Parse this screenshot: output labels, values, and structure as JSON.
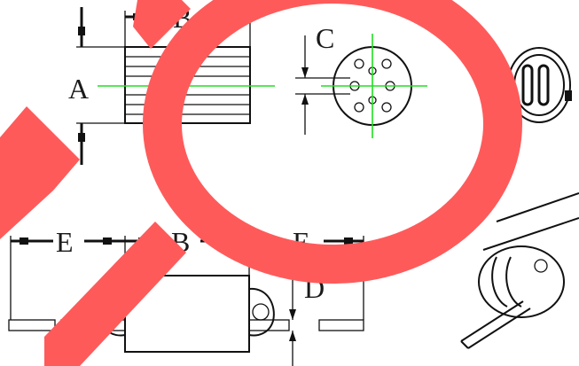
{
  "labels": {
    "a": "A",
    "b_top": "B",
    "c": "C",
    "e_left": "E",
    "b_bottom": "B",
    "e_right": "E",
    "d": "D"
  },
  "colors": {
    "overlay": "#ff5a5a",
    "centerline": "#22dd22",
    "ink": "#111111"
  }
}
